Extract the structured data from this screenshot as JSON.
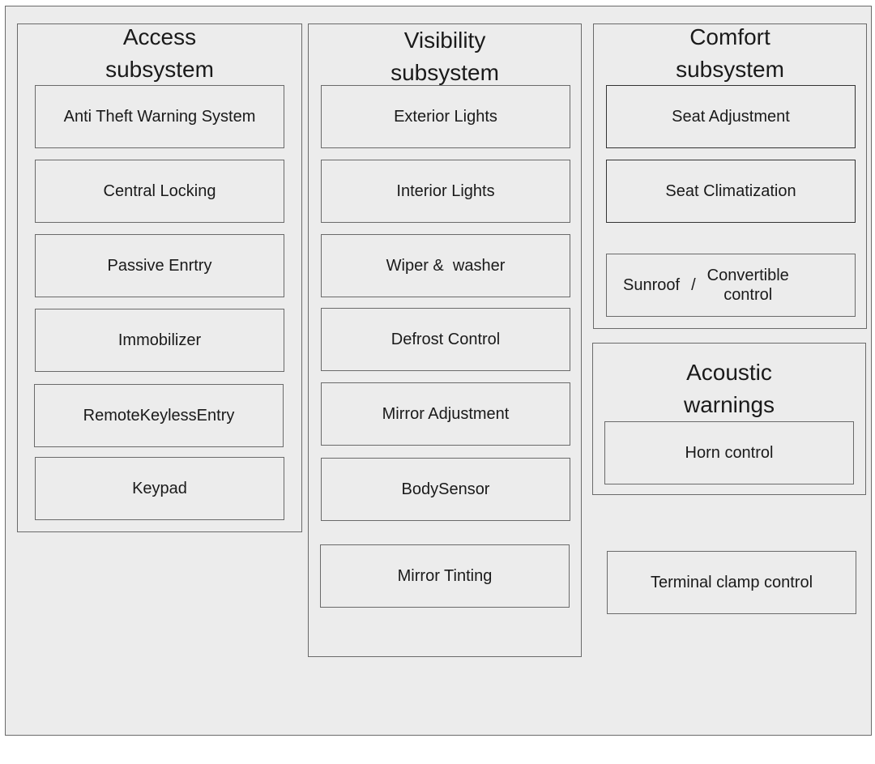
{
  "access": {
    "title": "Access\nsubsystem",
    "items": [
      "Anti Theft Warning System",
      "Central Locking",
      "Passive Enrtry",
      "Immobilizer",
      "RemoteKeylessEntry",
      "Keypad"
    ]
  },
  "visibility": {
    "title": "Visibility\nsubsystem",
    "items": [
      "Exterior Lights",
      "Interior Lights",
      "Wiper &  washer",
      "Defrost Control",
      "Mirror Adjustment",
      "BodySensor",
      "Mirror Tinting"
    ]
  },
  "comfort": {
    "title": "Comfort\nsubsystem",
    "items": [
      "Seat Adjustment",
      "Seat Climatization"
    ],
    "sunroof": {
      "left": "Sunroof",
      "slash": "/",
      "right": "Convertible\ncontrol"
    }
  },
  "acoustic": {
    "title": "Acoustic\nwarnings",
    "items": [
      "Horn control"
    ]
  },
  "terminal": {
    "label": "Terminal clamp control"
  }
}
